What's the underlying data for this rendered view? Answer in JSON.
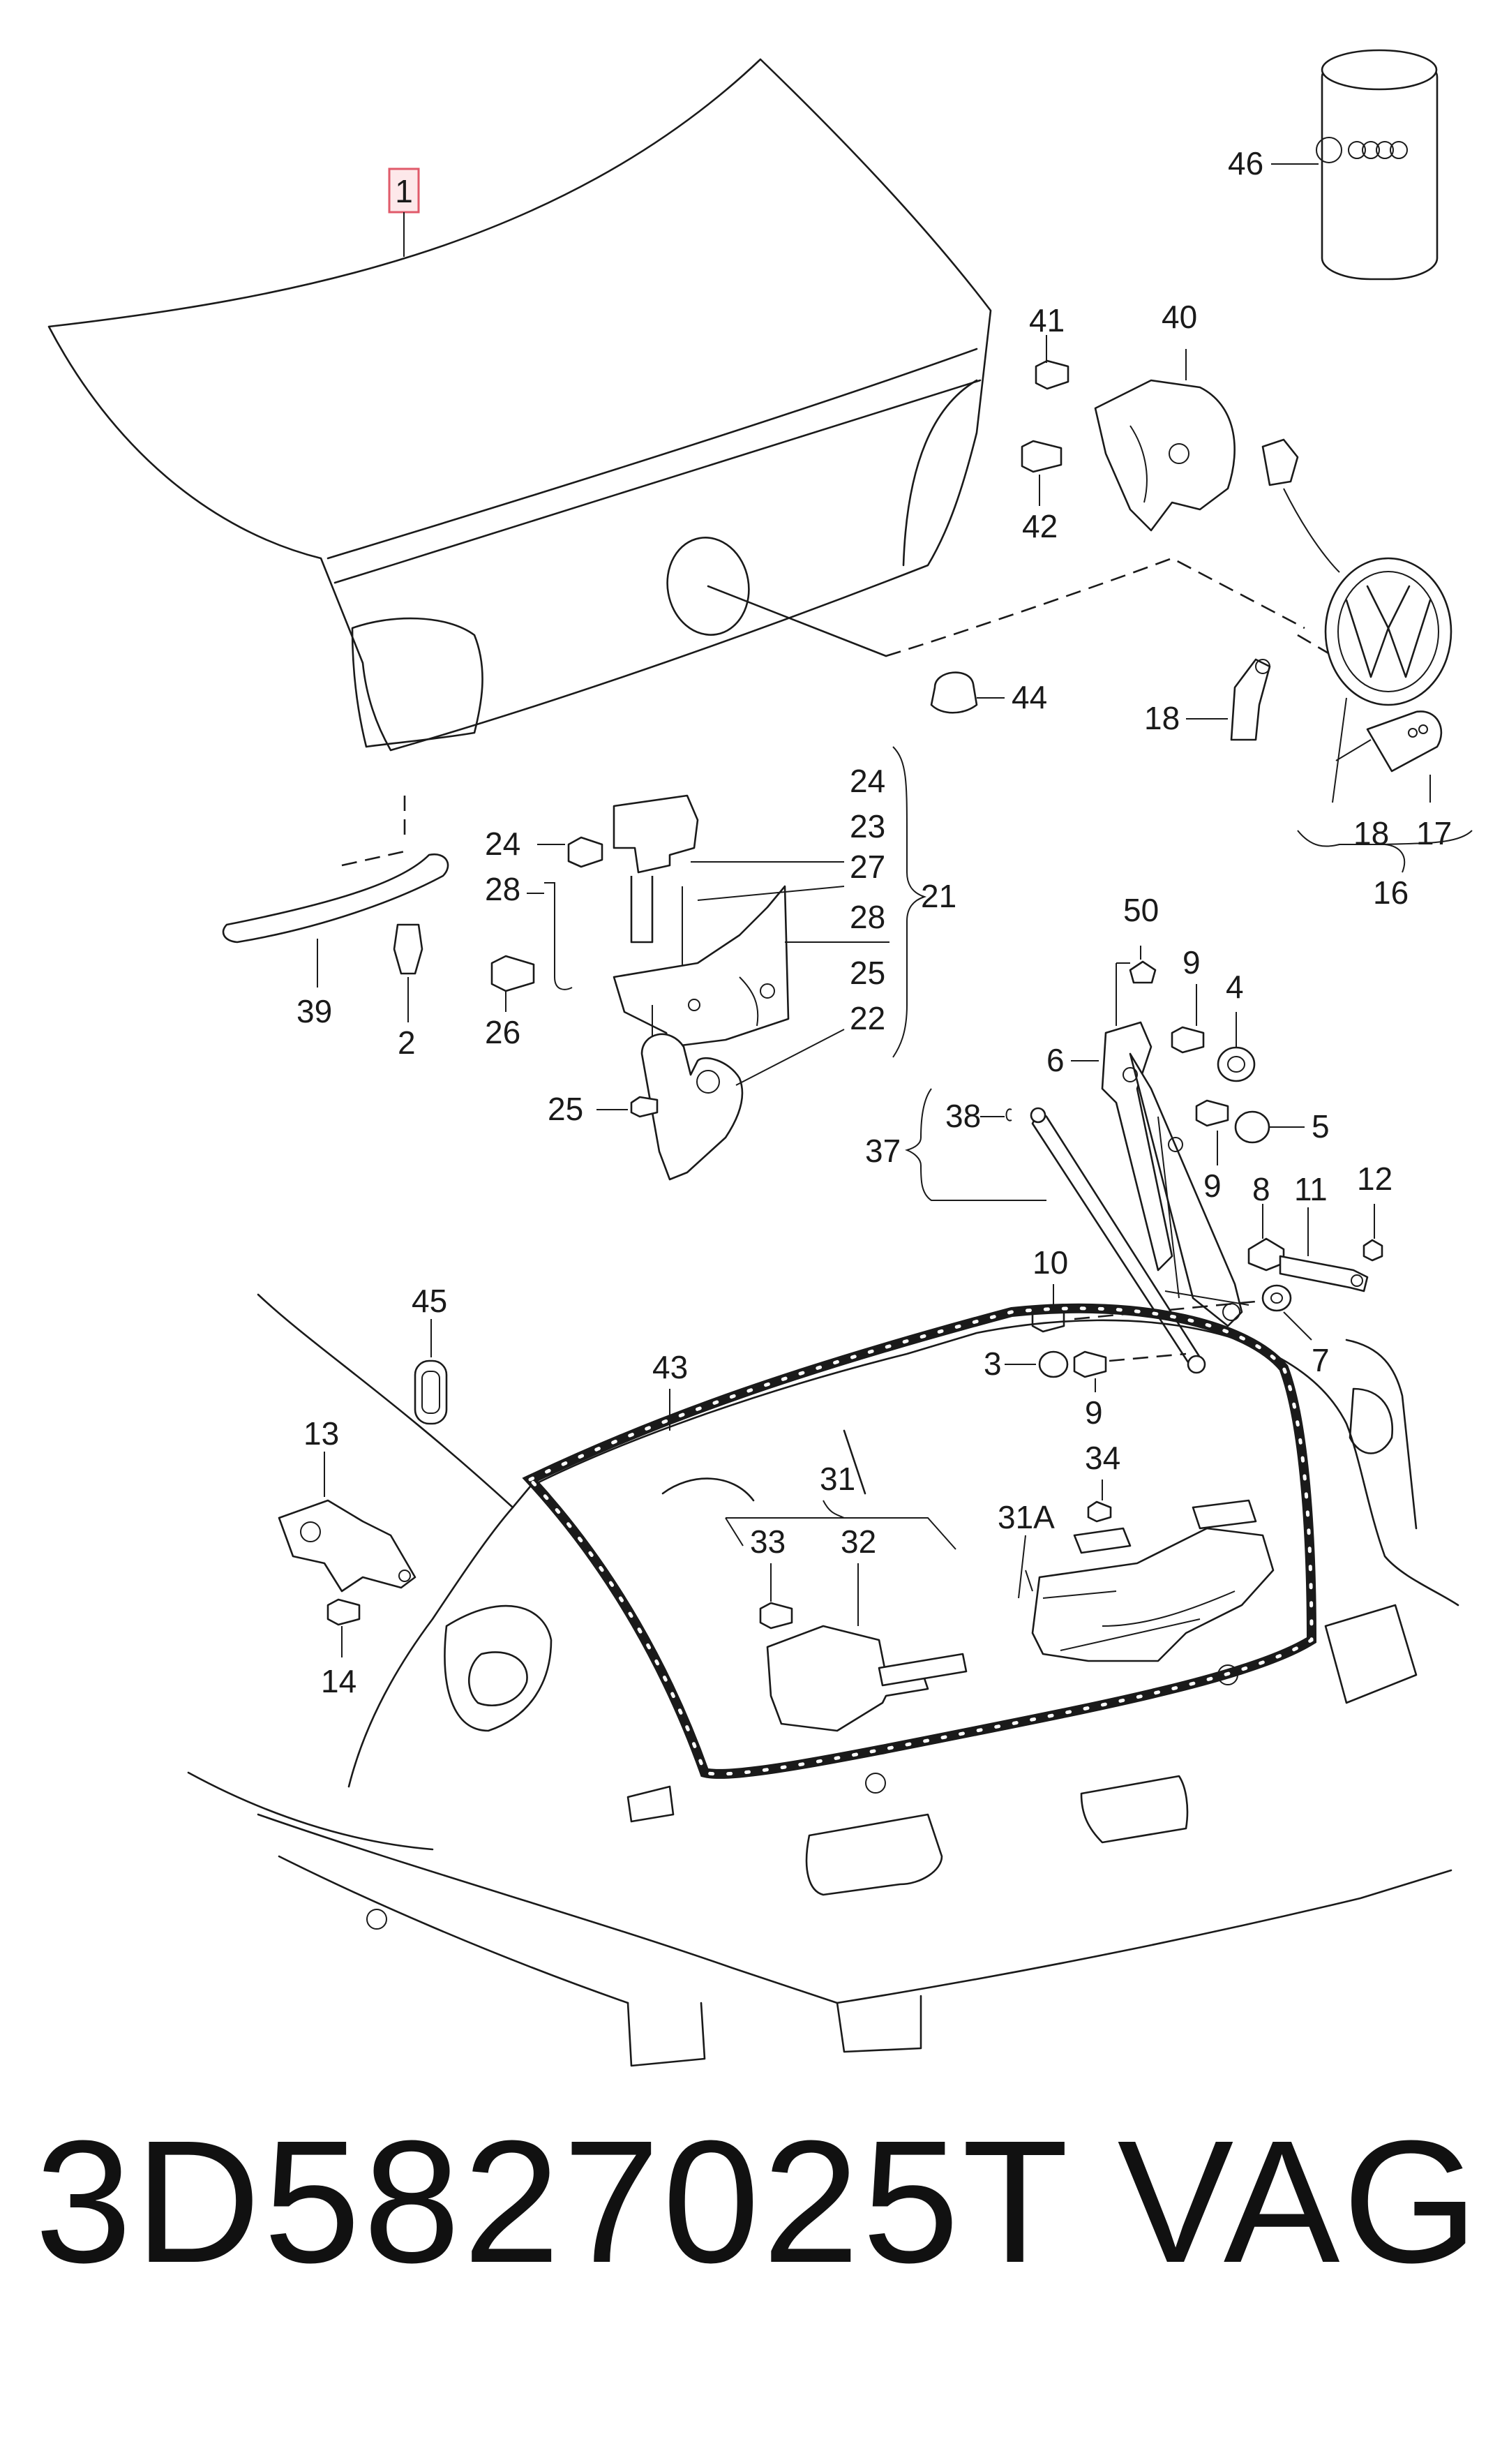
{
  "callouts": {
    "c1": "1",
    "c2": "2",
    "c3": "3",
    "c4": "4",
    "c5": "5",
    "c6": "6",
    "c7": "7",
    "c8": "8",
    "c9a": "9",
    "c9b": "9",
    "c9c": "9",
    "c10": "10",
    "c11": "11",
    "c12": "12",
    "c13": "13",
    "c14": "14",
    "c16": "16",
    "c17": "17",
    "c18a": "18",
    "c18b": "18",
    "c21": "21",
    "c22": "22",
    "c23": "23",
    "c24a": "24",
    "c24b": "24",
    "c25a": "25",
    "c25b": "25",
    "c26": "26",
    "c27": "27",
    "c28a": "28",
    "c28b": "28",
    "c31": "31",
    "c31a": "31A",
    "c32": "32",
    "c33": "33",
    "c34": "34",
    "c37": "37",
    "c38": "38",
    "c39": "39",
    "c40": "40",
    "c41": "41",
    "c42": "42",
    "c43": "43",
    "c44": "44",
    "c45": "45",
    "c46": "46",
    "c50": "50"
  },
  "footer": {
    "part_number": "3D5827025T",
    "brand": "VAG"
  },
  "colors": {
    "line": "#1a1a1a",
    "highlight_box": "#e05a6a",
    "highlight_fill": "#fde8ea"
  },
  "icons": [
    "vw-emblem",
    "audi-rings",
    "car-key"
  ]
}
